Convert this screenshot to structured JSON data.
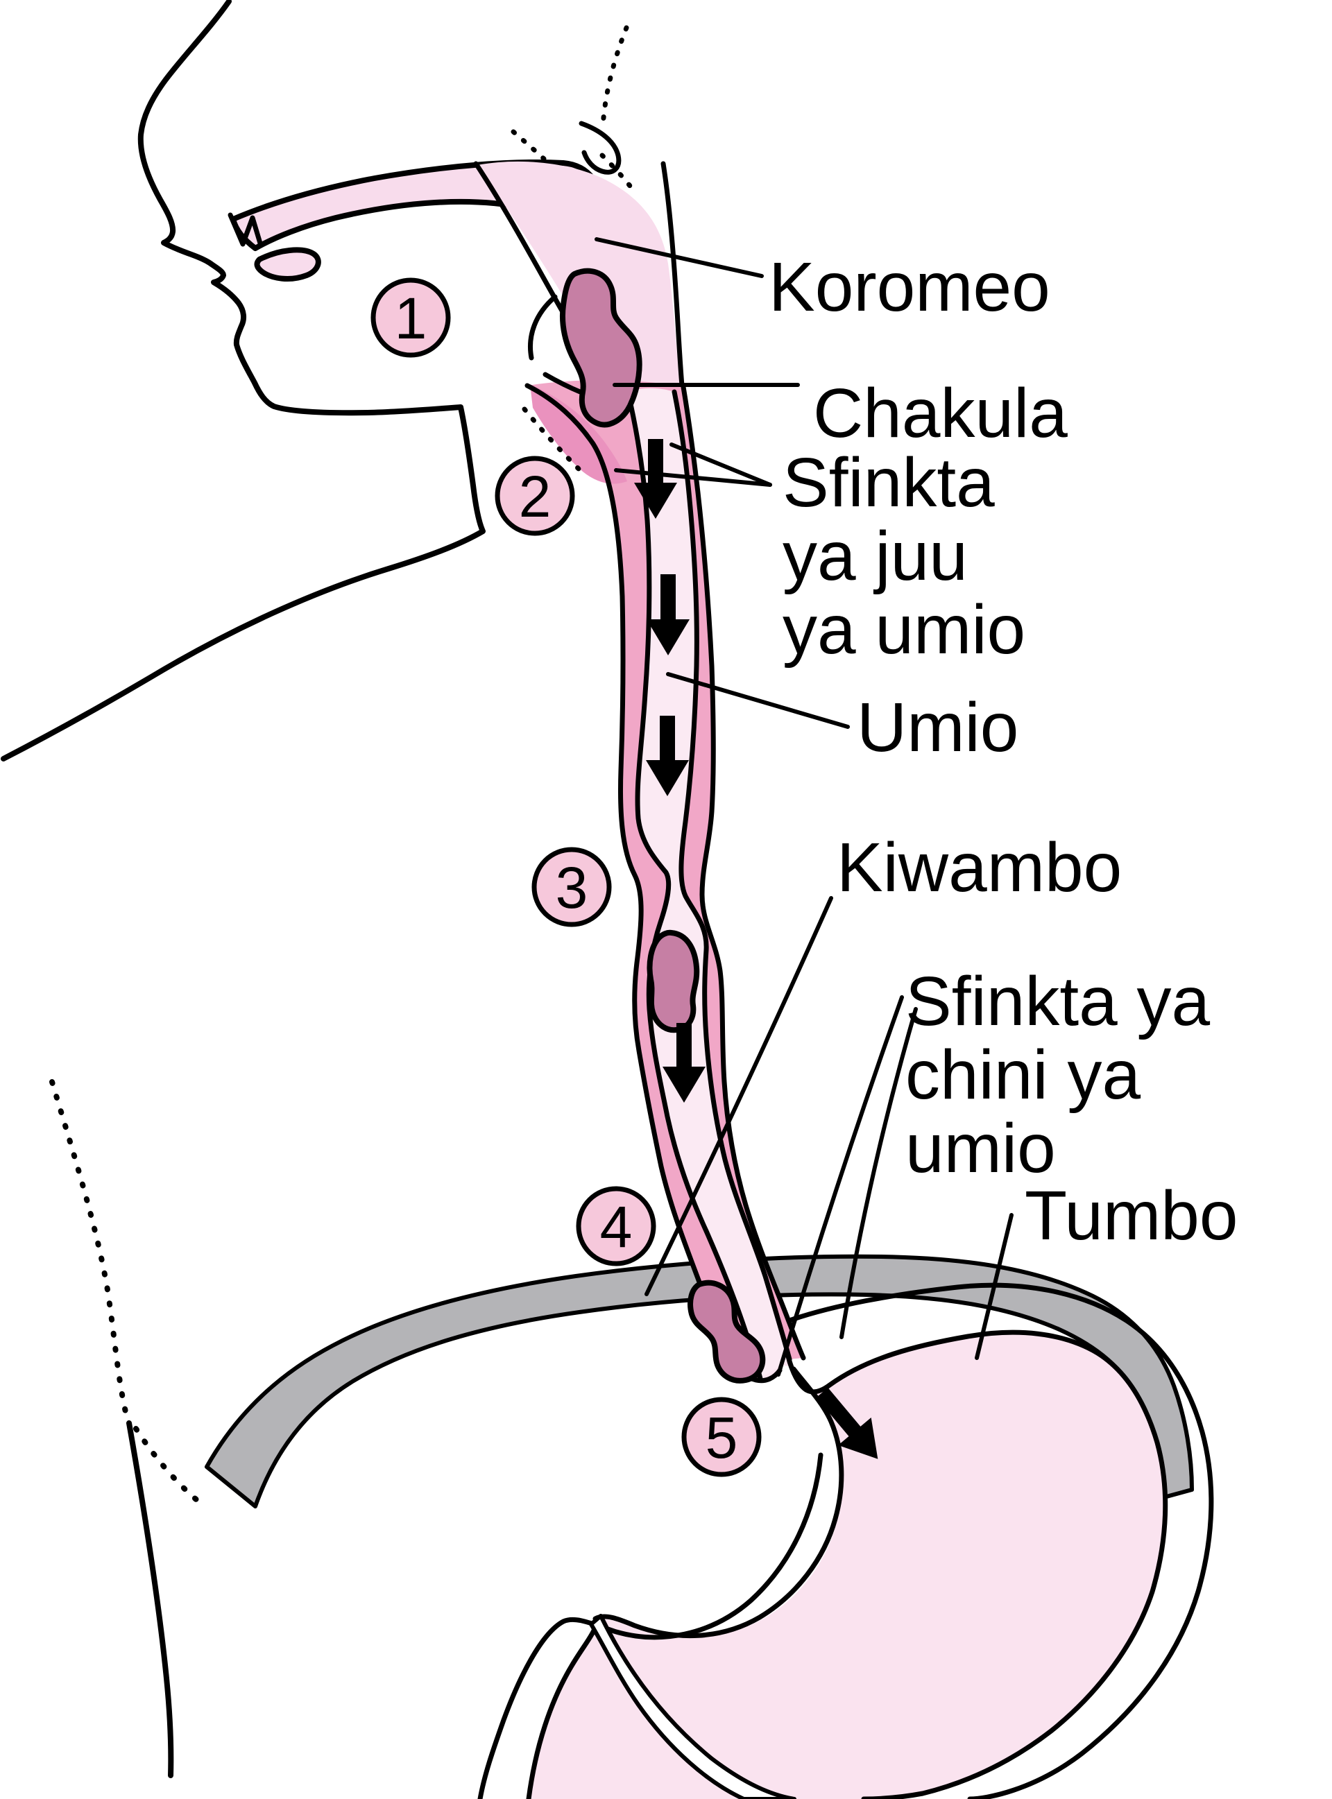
{
  "colors": {
    "background": "#ffffff",
    "outline": "#000000",
    "pharynx": "#f8dcec",
    "wall": "#f1a7c7",
    "sphincter": "#ea92be",
    "lumen": "#fbeaf3",
    "bolus": "#c67fa4",
    "stomach": "#fae3ef",
    "diaphragm": "#b4b4b7",
    "badge": "#f6c8db"
  },
  "labels": {
    "koromeo": "Koromeo",
    "chakula": "Chakula",
    "sfinkta_juu_1": "Sfinkta",
    "sfinkta_juu_2": "ya juu",
    "sfinkta_juu_3": "ya umio",
    "umio": "Umio",
    "kiwambo": "Kiwambo",
    "sfinkta_chini_1": "Sfinkta ya",
    "sfinkta_chini_2": "chini ya",
    "sfinkta_chini_3": "umio",
    "tumbo": "Tumbo"
  },
  "steps": {
    "s1": "1",
    "s2": "2",
    "s3": "3",
    "s4": "4",
    "s5": "5"
  }
}
